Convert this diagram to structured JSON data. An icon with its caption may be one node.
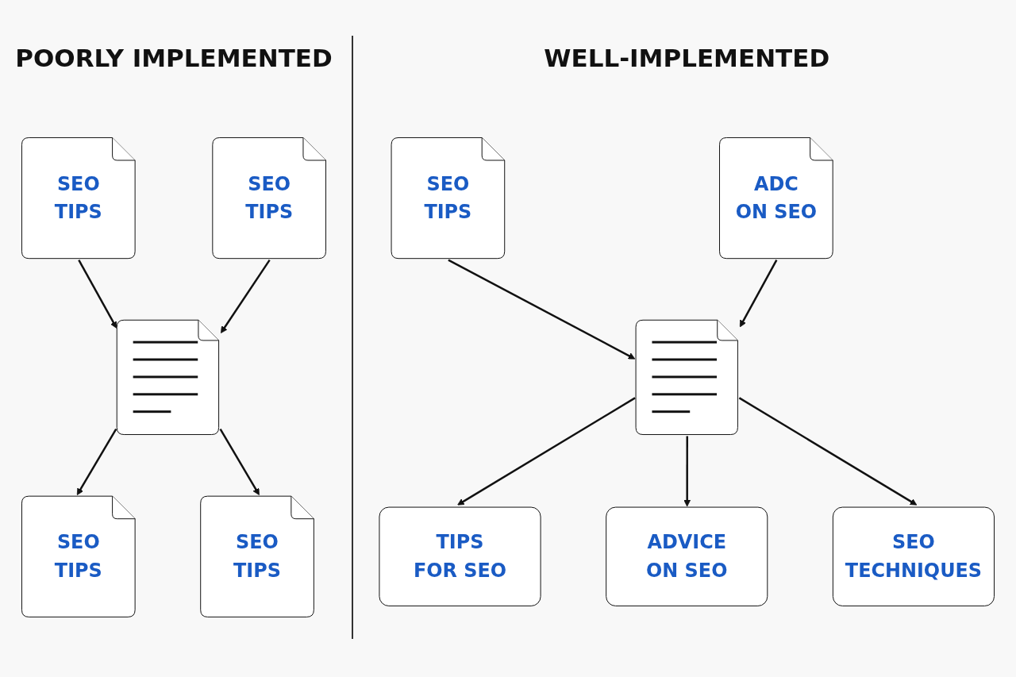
{
  "diagram": {
    "nodes": [
      {
        "text": [
          "SEO TIPS"
        ]
      },
      {
        "text": [
          "SEO TIPS"
        ]
      },
      {
        "text": [],
        "shape": "document"
      },
      {
        "text": [
          "SEO TIPS"
        ]
      },
      {
        "text": [
          "SEO TIPS"
        ]
      },
      {
        "text": [
          "SEO TIPS"
        ]
      },
      {
        "text": [
          "TIPS FOR SEO"
        ]
      },
      {
        "text": [],
        "shape": "document"
      },
      {
        "text": [
          "ADVICE ON SEO"
        ]
      },
      {
        "text": [
          "ADC ON SEO"
        ]
      },
      {
        "text": [
          "SEO TECHNIQUES"
        ]
      }
    ],
    "edges": [
      {
        "from": 0,
        "to": 2,
        "arrow": "to"
      },
      {
        "from": 1,
        "to": 2,
        "arrow": "to"
      },
      {
        "from": 2,
        "to": 3,
        "arrow": "to"
      },
      {
        "from": 2,
        "to": 4,
        "arrow": "to"
      },
      {
        "from": 5,
        "to": 7,
        "arrow": "to"
      },
      {
        "from": 7,
        "to": 6,
        "arrow": "to"
      },
      {
        "from": 7,
        "to": 8,
        "arrow": "to"
      },
      {
        "from": 9,
        "to": 7,
        "arrow": "to"
      },
      {
        "from": 7,
        "to": 10,
        "arrow": "to"
      }
    ],
    "labels": [
      "POORLY IMPLEMENTED",
      "WELL-IMPLEMENTED"
    ]
  }
}
